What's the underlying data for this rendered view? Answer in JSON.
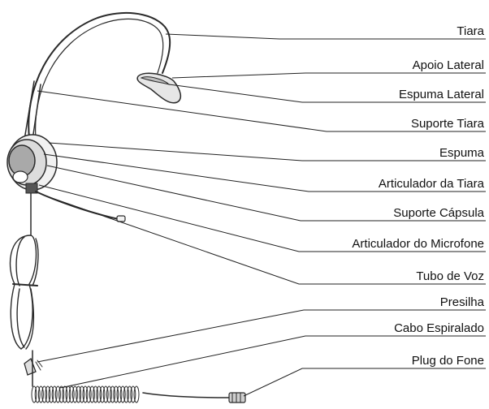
{
  "labels": [
    "Tiara",
    "Apoio Lateral",
    "Espuma Lateral",
    "Suporte Tiara",
    "Espuma",
    "Articulador da Tiara",
    "Suporte Cápsula",
    "Articulador do Microfone",
    "Tubo de Voz",
    "Presilha",
    "Cabo Espiralado",
    "Plug do Fone"
  ]
}
